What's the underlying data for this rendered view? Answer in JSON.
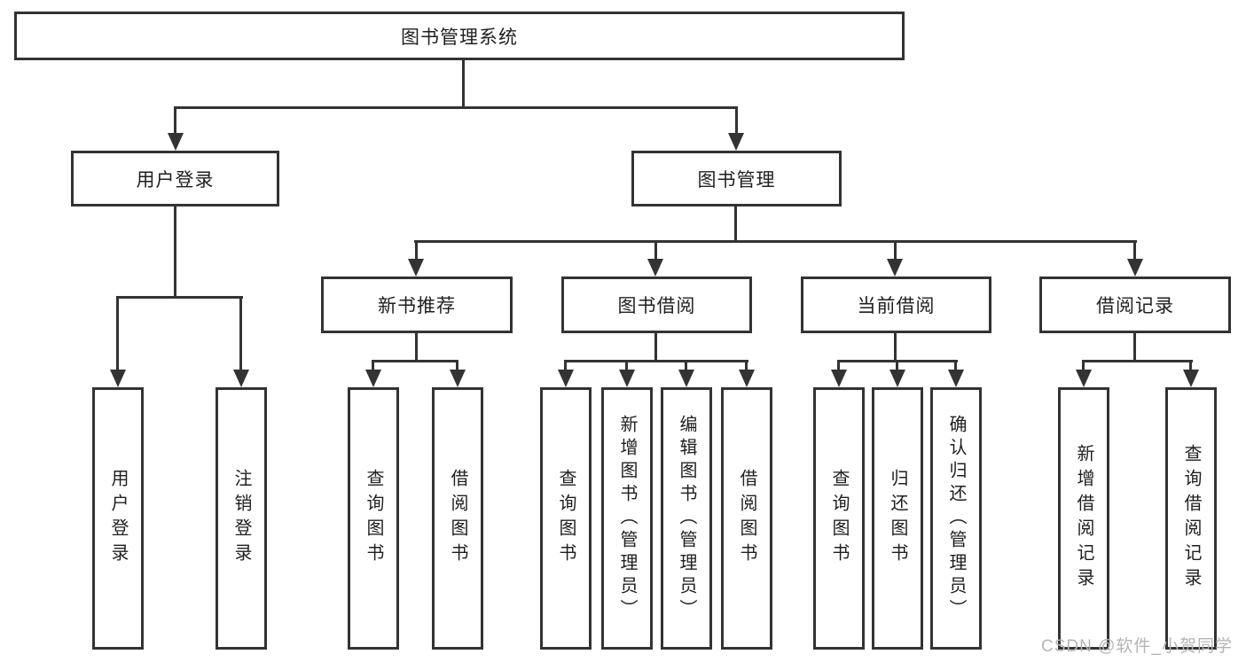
{
  "diagram": {
    "title_node": {
      "label": "图书管理系统"
    },
    "level2": [
      {
        "label": "用户登录"
      },
      {
        "label": "图书管理"
      }
    ],
    "level3": [
      {
        "label": "新书推荐"
      },
      {
        "label": "图书借阅"
      },
      {
        "label": "当前借阅"
      },
      {
        "label": "借阅记录"
      }
    ],
    "leaves": [
      {
        "label": "用户登录",
        "parent": "用户登录"
      },
      {
        "label": "注销登录",
        "parent": "用户登录"
      },
      {
        "label": "查询图书",
        "parent": "新书推荐"
      },
      {
        "label": "借阅图书",
        "parent": "新书推荐"
      },
      {
        "label": "查询图书",
        "parent": "图书借阅"
      },
      {
        "label": "新增图书（管理员）",
        "parent": "图书借阅"
      },
      {
        "label": "编辑图书（管理员）",
        "parent": "图书借阅"
      },
      {
        "label": "借阅图书",
        "parent": "图书借阅"
      },
      {
        "label": "查询图书",
        "parent": "当前借阅"
      },
      {
        "label": "归还图书",
        "parent": "当前借阅"
      },
      {
        "label": "确认归还（管理员）",
        "parent": "当前借阅"
      },
      {
        "label": "新增借阅记录",
        "parent": "借阅记录"
      },
      {
        "label": "查询借阅记录",
        "parent": "借阅记录"
      }
    ],
    "colors": {
      "line": "#333333",
      "text": "#1f1f1f",
      "background": "#ffffff",
      "watermark": "#b5b5b5"
    }
  },
  "watermark": {
    "text": "CSDN @软件_小贺同学"
  }
}
